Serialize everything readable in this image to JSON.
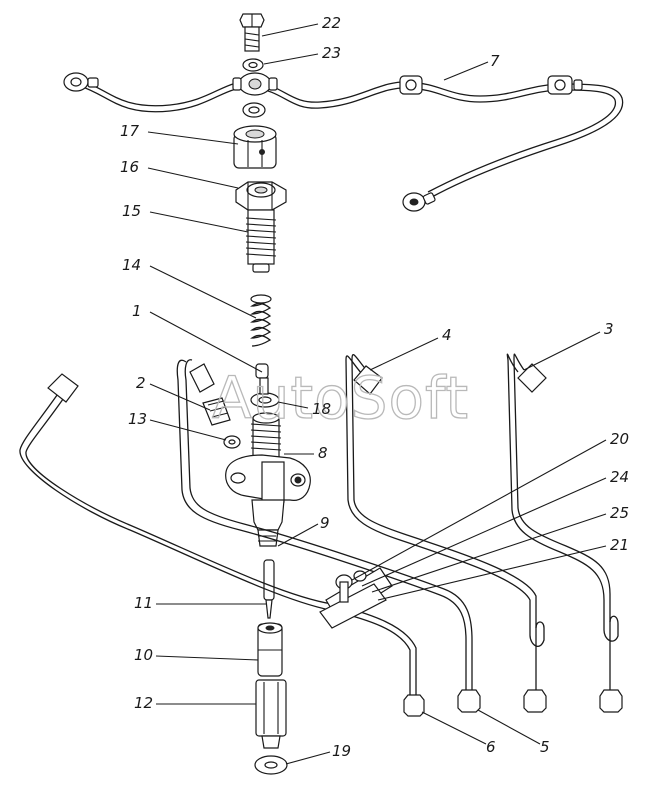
{
  "watermark": "AutoSoft",
  "callouts": [
    "22",
    "23",
    "7",
    "17",
    "16",
    "15",
    "14",
    "1",
    "18",
    "2",
    "13",
    "8",
    "4",
    "3",
    "20",
    "24",
    "25",
    "21",
    "9",
    "11",
    "10",
    "12",
    "19",
    "6",
    "5"
  ]
}
